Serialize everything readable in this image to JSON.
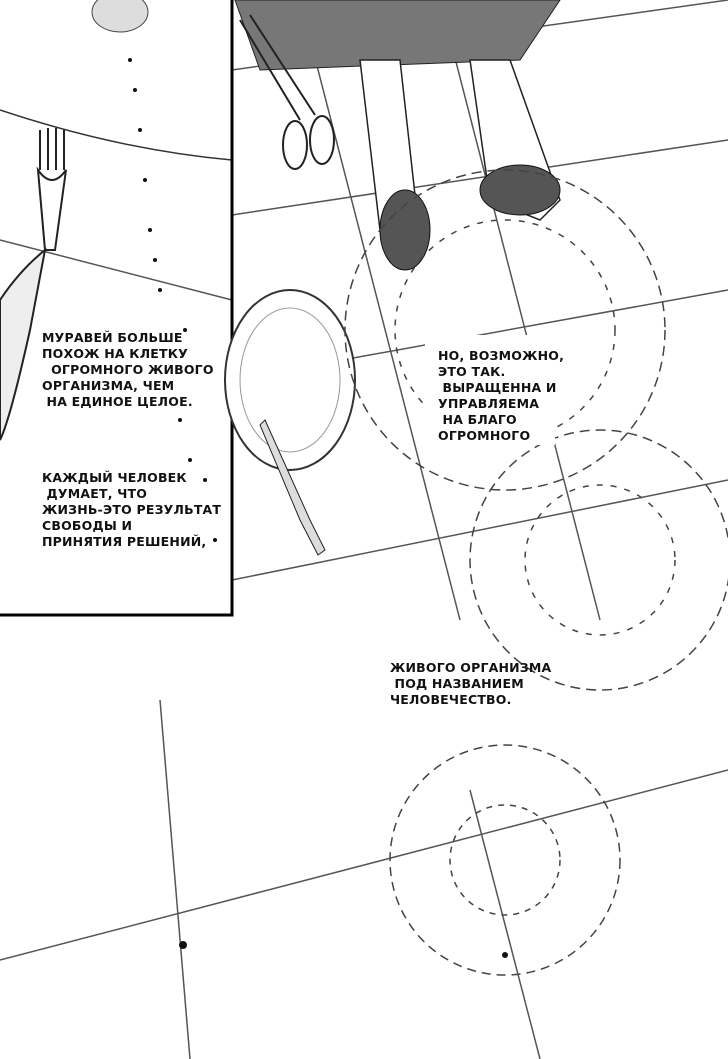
{
  "bubbles": {
    "ants": [
      "МУРАВЕЙ БОЛЬШЕ",
      "ПОХОЖ НА КЛЕТКУ",
      "  ОГРОМНОГО ЖИВОГО",
      "ОРГАНИЗМА, ЧЕМ",
      " НА ЕДИНОЕ ЦЕЛОЕ."
    ],
    "person": [
      "КАЖДЫЙ ЧЕЛОВЕК",
      " ДУМАЕТ, ЧТО",
      "ЖИЗНЬ-ЭТО РЕЗУЛЬТАТ",
      "СВОБОДЫ И",
      "ПРИНЯТИЯ РЕШЕНИЙ,"
    ],
    "maybe": [
      "НО, ВОЗМОЖНО,",
      "ЭТО ТАК.",
      " ВЫРАЩЕННА И",
      "УПРАВЛЯЕМА",
      " НА БЛАГО",
      "ОГРОМНОГО"
    ],
    "humanity": [
      "ЖИВОГО ОРГАНИЗМА",
      " ПОД НАЗВАНИЕМ",
      "ЧЕЛОВЕЧЕСТВО."
    ]
  }
}
